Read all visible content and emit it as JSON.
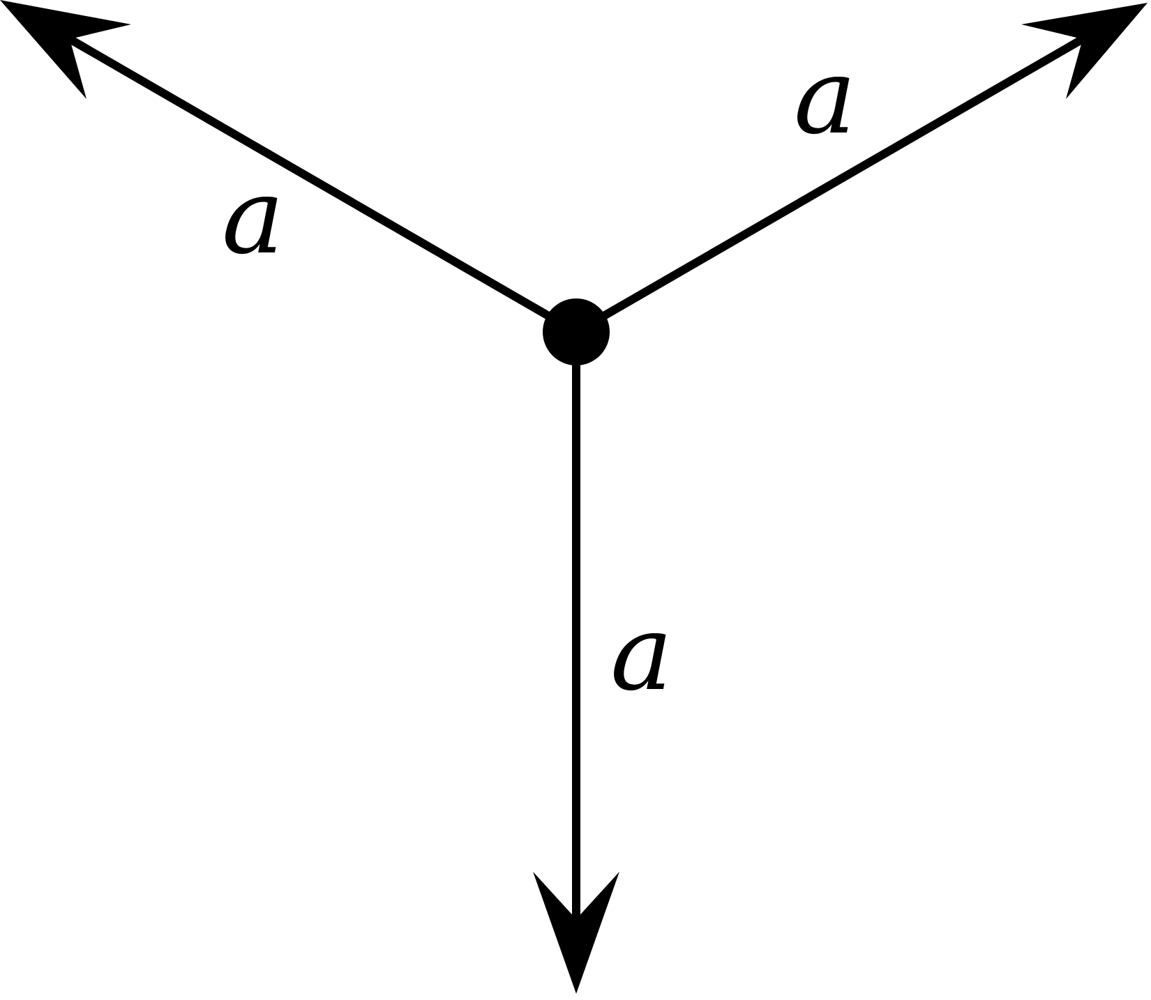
{
  "diagram": {
    "labels": {
      "upper_left": "a",
      "upper_right": "a",
      "down": "a"
    },
    "colors": {
      "stroke": "#000000",
      "background": "#ffffff"
    }
  }
}
